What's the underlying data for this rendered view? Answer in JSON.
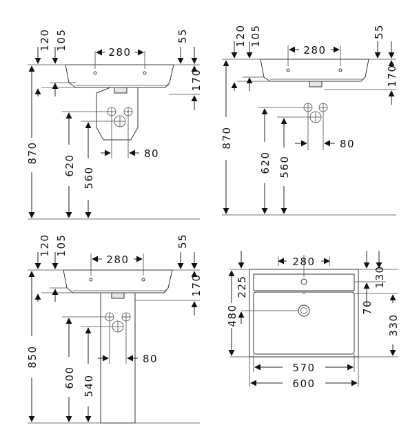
{
  "dimensions": {
    "view1": {
      "top_left_a": "120",
      "top_left_b": "105",
      "width": "280",
      "top_right": "55",
      "basin_height": "170",
      "total_height": "870",
      "drain_height": "620",
      "supply_height": "560",
      "offset": "80"
    },
    "view2": {
      "top_left_a": "120",
      "top_left_b": "105",
      "width": "280",
      "top_right": "55",
      "basin_height": "170",
      "total_height": "870",
      "drain_height": "620",
      "supply_height": "560",
      "offset": "80"
    },
    "view3": {
      "top_left_a": "120",
      "top_left_b": "105",
      "width": "280",
      "top_right": "55",
      "basin_height": "170",
      "total_height": "850",
      "drain_height": "600",
      "supply_height": "540",
      "offset": "80"
    },
    "view4": {
      "width_top": "280",
      "depth_tap": "225",
      "depth_total": "480",
      "depth_right_a": "130",
      "depth_right_b": "70",
      "depth_bowl": "330",
      "width_bowl": "570",
      "width_total": "600"
    }
  }
}
